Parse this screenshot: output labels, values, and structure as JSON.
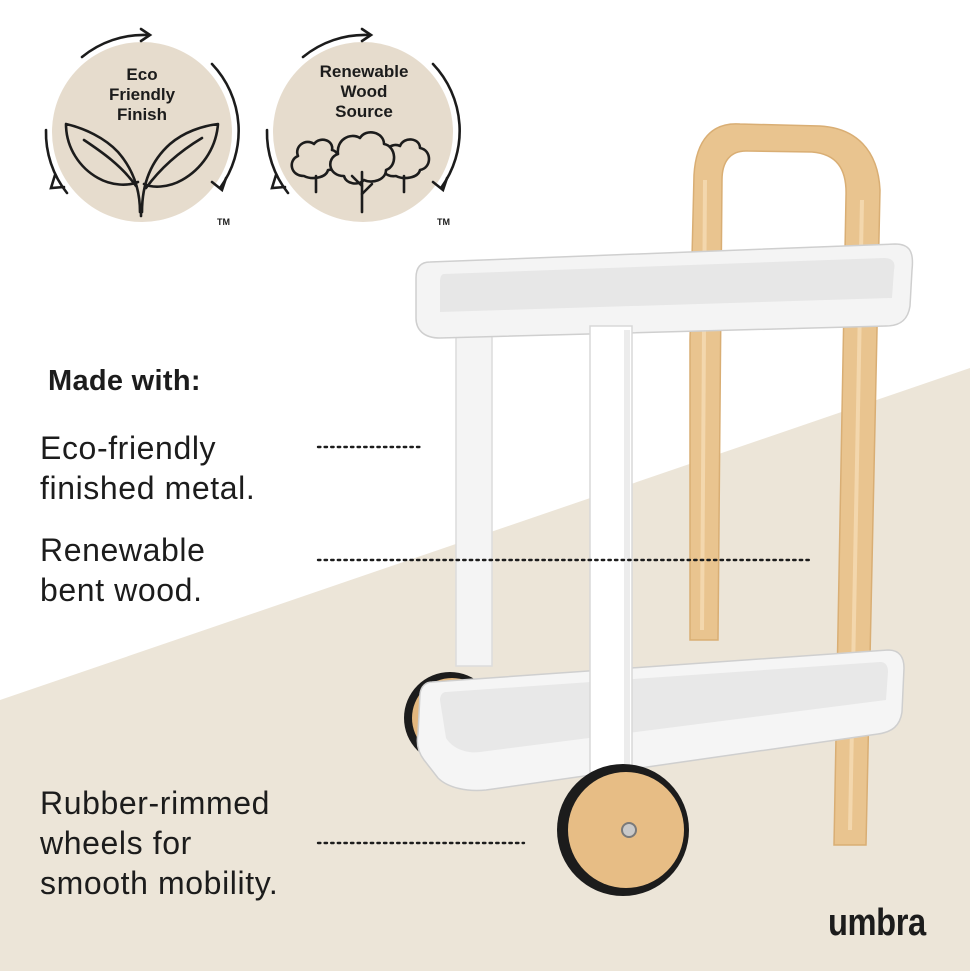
{
  "badges": [
    {
      "lines": [
        "Eco",
        "Friendly",
        "Finish"
      ],
      "tm": "TM",
      "icon": "leaf-icon"
    },
    {
      "lines": [
        "Renewable",
        "Wood",
        "Source"
      ],
      "tm": "TM",
      "icon": "trees-icon"
    }
  ],
  "made_with": {
    "heading": "Made with:",
    "features": [
      {
        "lines": [
          "Eco-friendly",
          "finished metal."
        ]
      },
      {
        "lines": [
          "Renewable",
          "bent wood."
        ]
      },
      {
        "lines": [
          "Rubber-rimmed",
          "wheels for",
          "smooth mobility."
        ]
      }
    ]
  },
  "brand": "umbra",
  "colors": {
    "badge_fill": "#e6dccd",
    "background_band": "#ece5d8",
    "wood": "#e9c48f",
    "metal": "#ffffff",
    "ink": "#1c1c1c"
  }
}
